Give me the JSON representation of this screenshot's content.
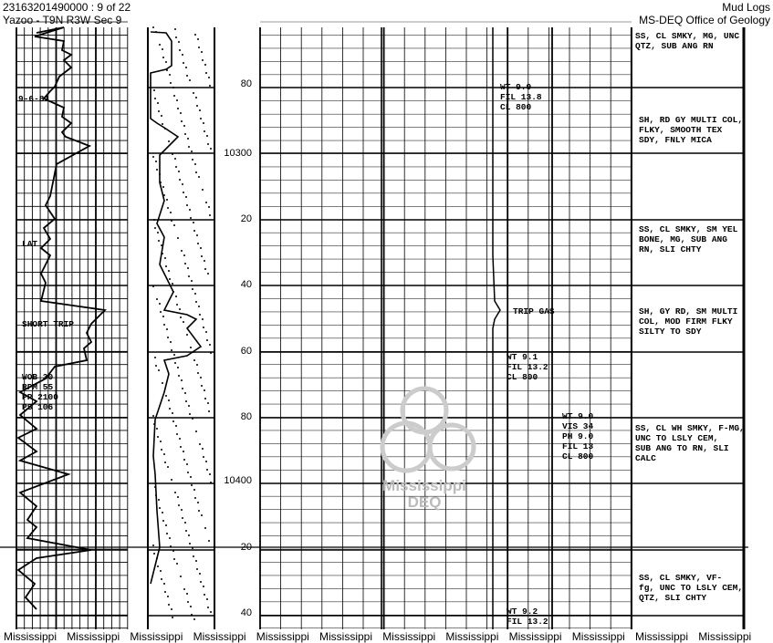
{
  "header": {
    "doc_id": "23163201490000 : 9 of 22",
    "location": "Yazoo - T9N R3W Sec 9",
    "doc_type": "Mud Logs",
    "agency": "MS-DEQ Office of Geology"
  },
  "depth_labels": [
    "80",
    "10300",
    "20",
    "40",
    "60",
    "80",
    "10400",
    "20",
    "40"
  ],
  "track1_annotations": {
    "date": "9-6-81",
    "lat": "LAT",
    "short_trip": "SHORT TRIP",
    "wob": "WOB 30",
    "rpm": "RPM 55",
    "pp": "PP 2100",
    "ps": "PS 106"
  },
  "mud_notes": [
    {
      "lines": [
        "WT 9.9",
        "FIL 13.8",
        "CL 800"
      ]
    },
    {
      "lines": [
        "WT 9.1",
        "FIL 13.2",
        "CL 800"
      ]
    },
    {
      "lines": [
        "WT 9.0",
        "VIS 34",
        "PH 9.0",
        "FIL 13",
        "CL 800"
      ]
    },
    {
      "lines": [
        "WT 9.2",
        "FIL 13.2"
      ]
    }
  ],
  "gas_annotation": "TRIP GAS",
  "descriptions": [
    "SS, CL SMKY, MG, UNC\nQTZ, SUB ANG RN",
    "SH, RD GY MULTI COL,\nFLKY, SMOOTH TEX\nSDY, FNLY MICA",
    "SS, CL SMKY, SM YEL\nBONE, MG, SUB ANG\nRN, SLI CHTY",
    "SH, GY RD, SM MULTI\nCOL, MOD FIRM FLKY\nSILTY TO SDY",
    "SS, CL WH SMKY, F-MG,\nUNC TO LSLY CEM,\nSUB ANG TO RN, SLI\nCALC",
    "SS, CL SMKY, VF-\nfg, UNC TO LSLY CEM,\nQTZ, SLI CHTY"
  ],
  "watermark": {
    "line1": "Mississippi",
    "line2": "DEQ"
  },
  "footer_labels": [
    "Mississippi",
    "Mississippi",
    "Mississippi",
    "Mississippi",
    "Mississippi",
    "Mississippi",
    "Mississippi",
    "Mississippi",
    "Mississippi",
    "Mississippi",
    "Mississippi",
    "Mississippi"
  ]
}
